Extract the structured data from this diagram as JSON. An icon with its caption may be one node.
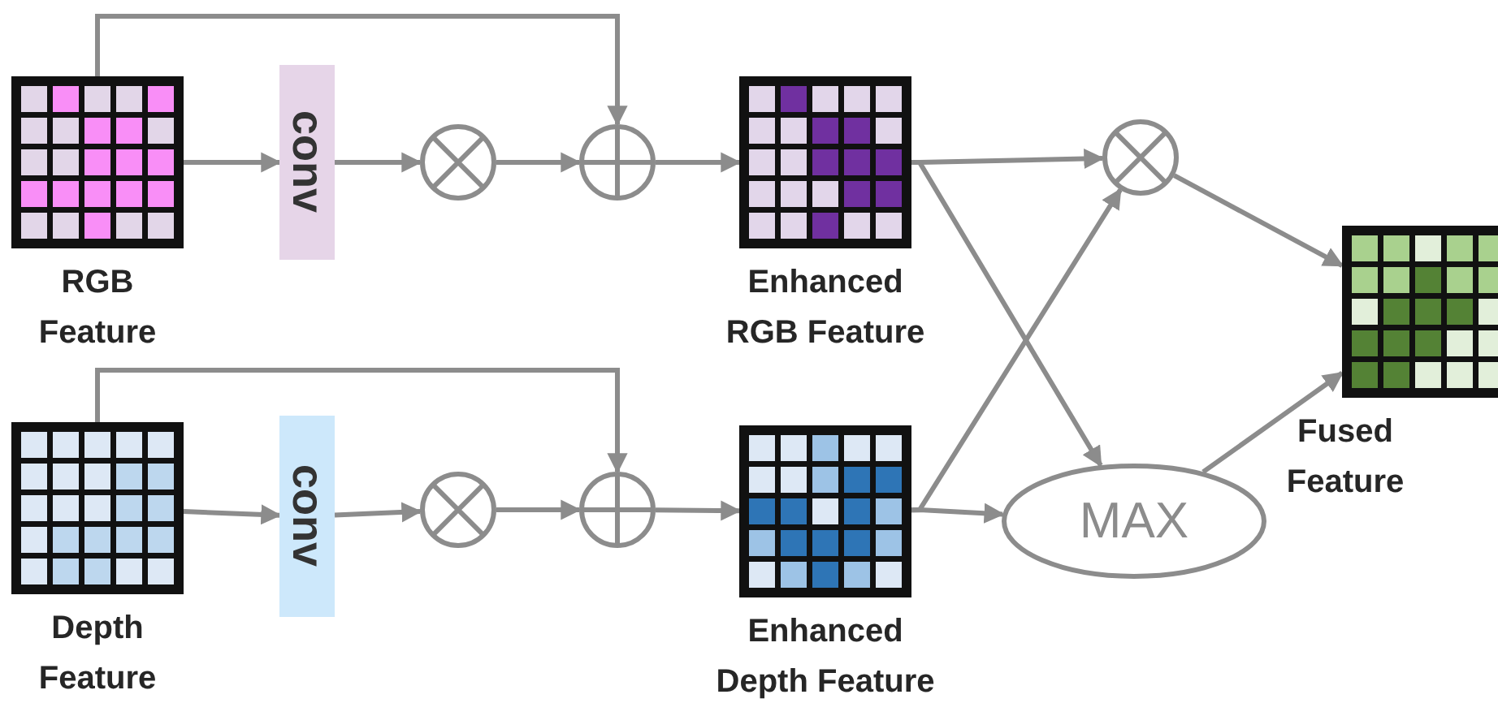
{
  "diagram": {
    "nodes": [
      {
        "text": [
          "RGB Feature"
        ]
      },
      {
        "text": [
          "conv"
        ]
      },
      {
        "text": [],
        "shape": "circle"
      },
      {
        "text": [],
        "shape": "circle"
      },
      {
        "text": [
          "Enhanced RGB Feature"
        ]
      },
      {
        "text": [
          "Depth Feature"
        ]
      },
      {
        "text": [
          "conv"
        ]
      },
      {
        "text": [],
        "shape": "circle"
      },
      {
        "text": [],
        "shape": "circle"
      },
      {
        "text": [
          "Enhanced Depth Feature"
        ]
      },
      {
        "text": [],
        "shape": "circle"
      },
      {
        "text": [
          "MAX"
        ]
      },
      {
        "text": [
          "Fused Feature"
        ]
      }
    ],
    "edges": [
      {
        "from": 0,
        "to": 1,
        "arrow": "to"
      },
      {
        "from": 1,
        "to": 2,
        "arrow": "to"
      },
      {
        "from": 2,
        "to": 3,
        "arrow": "to"
      },
      {
        "from": 0,
        "to": 3,
        "arrow": "to"
      },
      {
        "from": 3,
        "to": 4,
        "arrow": "to"
      },
      {
        "from": 5,
        "to": 6,
        "arrow": "to"
      },
      {
        "from": 6,
        "to": 7,
        "arrow": "to"
      },
      {
        "from": 7,
        "to": 8,
        "arrow": "to"
      },
      {
        "from": 5,
        "to": 8,
        "arrow": "to"
      },
      {
        "from": 8,
        "to": 9,
        "arrow": "to"
      },
      {
        "from": 4,
        "to": 10,
        "arrow": "to"
      },
      {
        "from": 4,
        "to": 11,
        "arrow": "to"
      },
      {
        "from": 9,
        "to": 10,
        "arrow": "to"
      },
      {
        "from": 9,
        "to": 11,
        "arrow": "to"
      },
      {
        "from": 10,
        "to": 12,
        "arrow": "to"
      },
      {
        "from": 11,
        "to": 12,
        "arrow": "to"
      }
    ]
  }
}
